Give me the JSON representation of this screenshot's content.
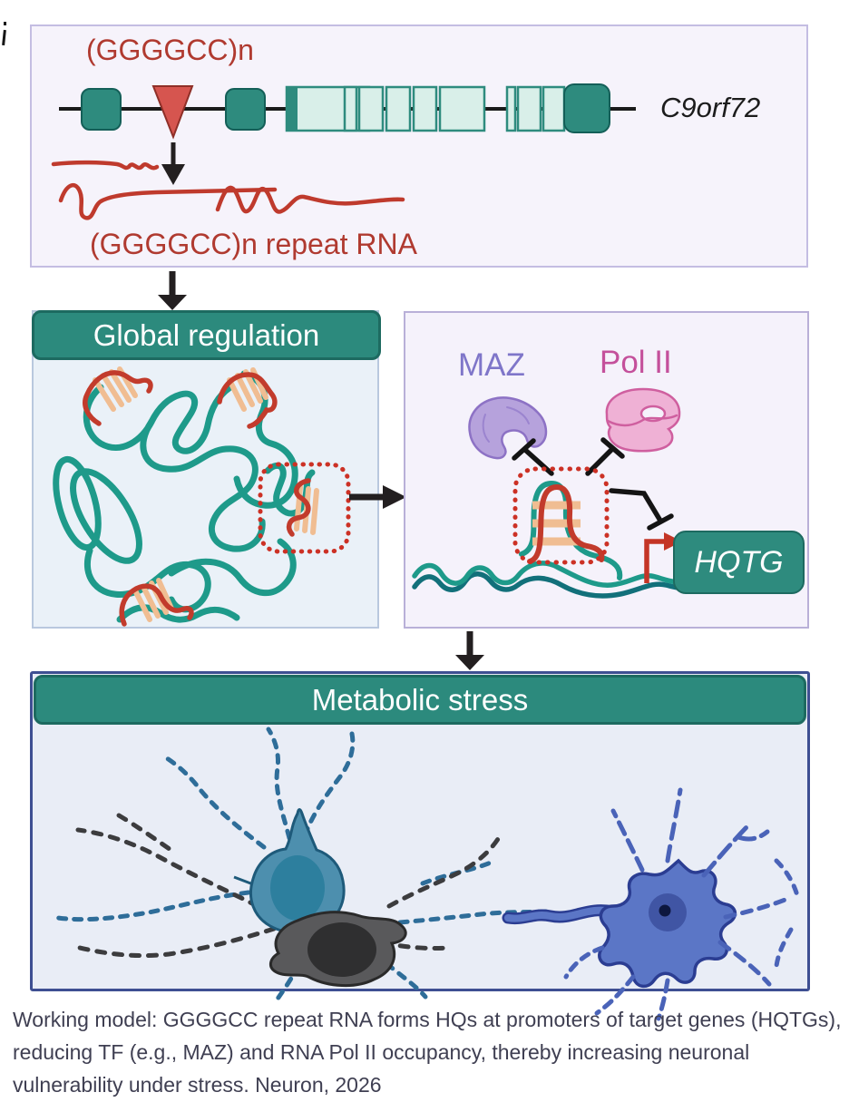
{
  "top_panel": {
    "repeat_label": "(GGGGCC)n",
    "gene_label": "C9orf72",
    "rna_label": "(GGGGCC)n repeat RNA"
  },
  "global_panel": {
    "title": "Global regulation"
  },
  "promoter_panel": {
    "maz_label": "MAZ",
    "pol2_label": "Pol II",
    "gene_box_label": "HQTG"
  },
  "stress_panel": {
    "title": "Metabolic stress"
  },
  "caption": {
    "lines": [
      "Working model: GGGGCC repeat RNA forms HQs at promoters of target genes (HQTGs),",
      "reducing TF (e.g., MAZ) and RNA Pol II occupancy, thereby increasing neuronal",
      "vulnerability under stress. Neuron, 2026"
    ]
  },
  "colors": {
    "teal": "#2e8b7e",
    "teal_dark": "#1d6a60",
    "exon_light": "#d9efe9",
    "red": "#c23b2c",
    "triangle_red": "#d6554f",
    "orange_quad": "#f0bd92",
    "strand_teal": "#1e9a8a",
    "dna_dark": "#12707a",
    "maz_text": "#7f76c9",
    "maz_fill": "#b6a2dc",
    "pol2_text": "#c4509b",
    "pol2_fill": "#efb1d5",
    "neuron_blue": "#5b76c6",
    "neuron_teal": "#4d8fae",
    "neuron_gray": "#59595b",
    "panel_navy_border": "#3e4f92",
    "caption_text": "#3f3f52"
  }
}
